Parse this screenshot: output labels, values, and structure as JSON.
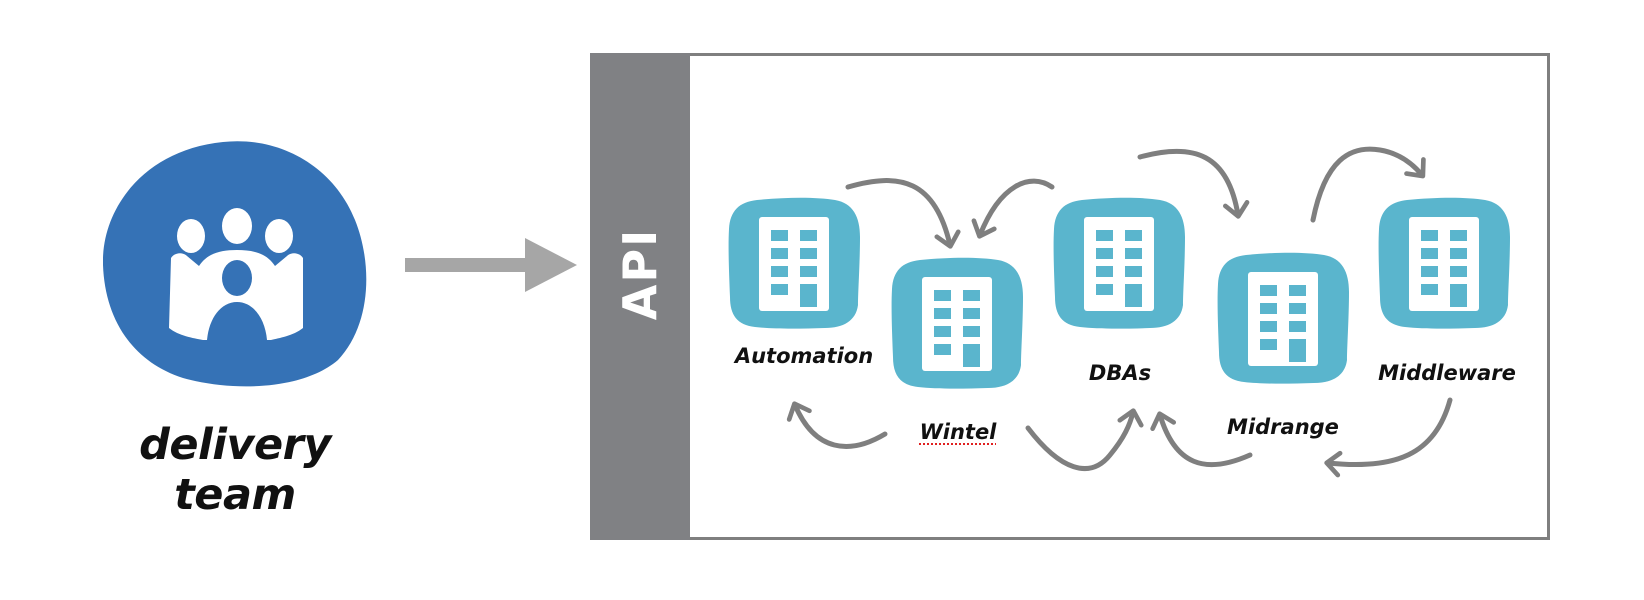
{
  "source": {
    "label": "delivery team",
    "icon": "people-group-icon",
    "color": "#3572b6"
  },
  "connector": {
    "icon": "arrow-right-icon",
    "color": "#a6a6a6"
  },
  "api": {
    "label": "API",
    "bar_color": "#808184",
    "border_color": "#7f7f7f"
  },
  "teams": [
    {
      "id": "automation",
      "label": "Automation",
      "icon": "building-icon",
      "spellcheck_flag": false
    },
    {
      "id": "wintel",
      "label": "Wintel",
      "icon": "building-icon",
      "spellcheck_flag": true
    },
    {
      "id": "dbas",
      "label": "DBAs",
      "icon": "building-icon",
      "spellcheck_flag": false
    },
    {
      "id": "midrange",
      "label": "Midrange",
      "icon": "building-icon",
      "spellcheck_flag": false
    },
    {
      "id": "middleware",
      "label": "Middleware",
      "icon": "building-icon",
      "spellcheck_flag": false
    }
  ],
  "tile_color": "#5ab5cd",
  "handoff_arrow_color": "#7f7f7f",
  "handoffs": [
    {
      "from": "automation",
      "to": "wintel"
    },
    {
      "from": "dbas",
      "to": "wintel"
    },
    {
      "from": "dbas",
      "to": "midrange"
    },
    {
      "from": "midrange",
      "to": "middleware"
    },
    {
      "from": "wintel",
      "to": "automation"
    },
    {
      "from": "wintel",
      "to": "dbas"
    },
    {
      "from": "midrange",
      "to": "dbas"
    },
    {
      "from": "middleware",
      "to": "midrange"
    }
  ]
}
